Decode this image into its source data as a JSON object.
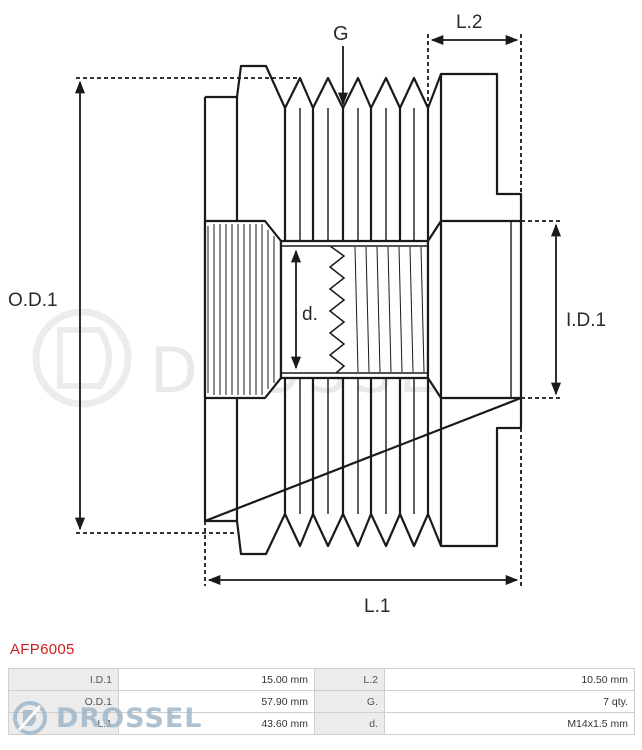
{
  "diagram": {
    "labels": {
      "g": "G",
      "l2": "L.2",
      "od1": "O.D.1",
      "id1": "I.D.1",
      "d": "d.",
      "l1": "L.1"
    },
    "watermark": "DROSSEL"
  },
  "part_code": "AFP6005",
  "specs": {
    "rows": [
      {
        "k1": "I.D.1",
        "v1": "15.00 mm",
        "k2": "L.2",
        "v2": "10.50 mm"
      },
      {
        "k1": "O.D.1",
        "v1": "57.90 mm",
        "k2": "G.",
        "v2": "7 qty."
      },
      {
        "k1": "L.1",
        "v1": "43.60 mm",
        "k2": "d.",
        "v2": "M14x1.5 mm"
      }
    ]
  },
  "brand": {
    "name": "DROSSEL",
    "icon": "drossel-d-logo-icon",
    "color": "#9fb7c9"
  },
  "colors": {
    "line": "#1a1a1a",
    "accent": "#cc1f1f"
  }
}
